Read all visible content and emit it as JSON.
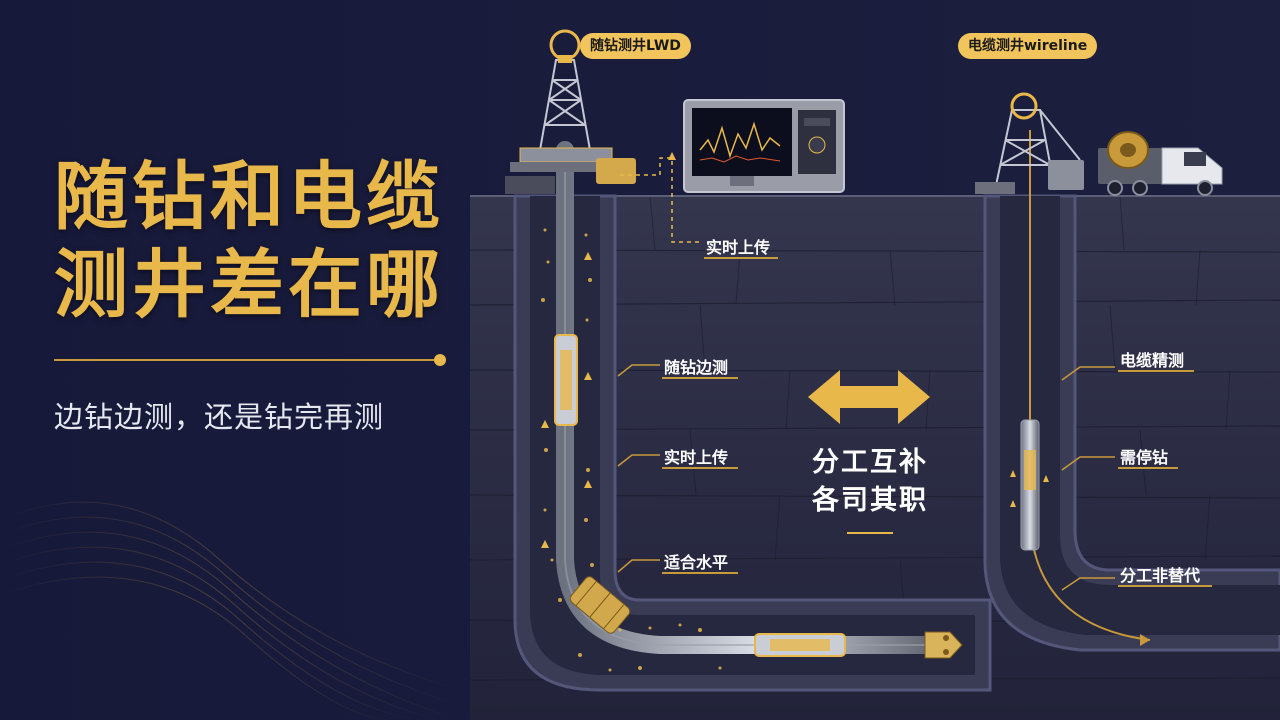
{
  "headline": {
    "line1": "随钻和电缆",
    "line2": "测井差在哪",
    "subtitle": "边钻边测，还是钻完再测"
  },
  "lwd": {
    "badge": "随钻测井LWD",
    "labels": {
      "upload_top": "实时上传",
      "drill_measure": "随钻边测",
      "upload_mid": "实时上传",
      "horizontal": "适合水平"
    }
  },
  "wireline": {
    "badge": "电缆测井wireline",
    "labels": {
      "precise": "电缆精测",
      "stop": "需停钻",
      "no_replace": "分工非替代"
    }
  },
  "center": {
    "line1": "分工互补",
    "line2": "各司其职"
  },
  "colors": {
    "background": "#1a1c3a",
    "gold": "#e9b84a",
    "rock": "#2a2a40",
    "casing": "#3d3f58"
  },
  "icons": [
    "derrick-icon",
    "monitor-icon",
    "truck-icon",
    "double-arrow-icon",
    "drill-bit-icon"
  ]
}
